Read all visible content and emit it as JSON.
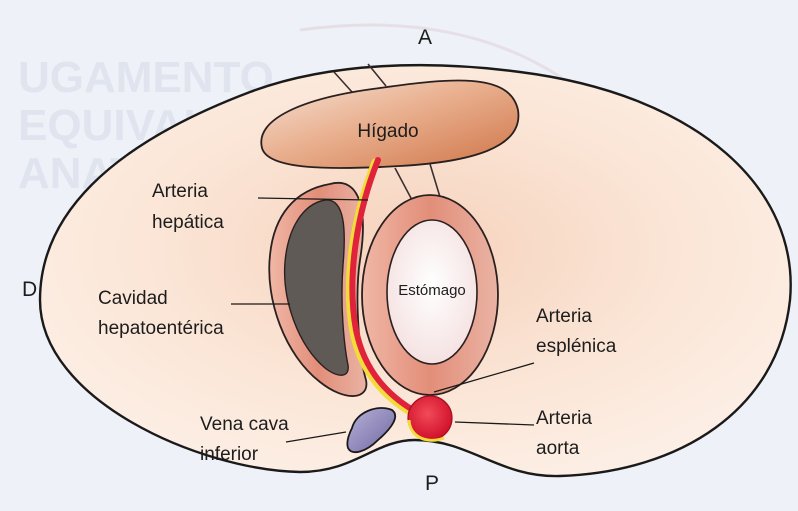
{
  "orientation": {
    "anterior": "A",
    "posterior": "P",
    "right": "D"
  },
  "structures": {
    "liver": "Hígado",
    "stomach": "Estómago"
  },
  "labels": {
    "hepatic_artery": [
      "Arteria",
      "hepática"
    ],
    "hepatoenteric_cavity": [
      "Cavidad",
      "hepatoentérica"
    ],
    "splenic_artery": [
      "Arteria",
      "esplénica"
    ],
    "inferior_vena_cava": [
      "Vena cava",
      "inferior"
    ],
    "aorta": [
      "Arteria",
      "aorta"
    ]
  },
  "colors": {
    "background": "#eef1f7",
    "body_fill": "#fbe8d9",
    "liver": "#d98a62",
    "wall": "#e6a08c",
    "cavity": "#5f5a56",
    "artery": "#e0223a",
    "vena_cava": "#8a83b8",
    "outline": "#1a1a1a"
  }
}
